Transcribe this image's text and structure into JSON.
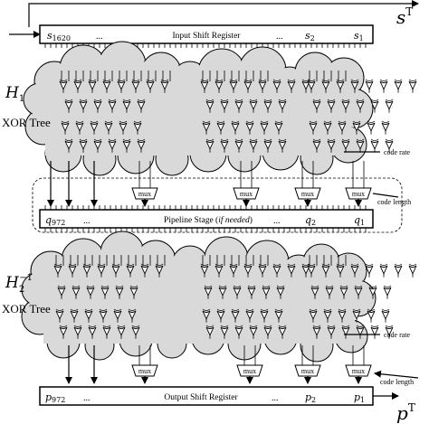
{
  "input_register": {
    "label": "Input Shift Register",
    "first_cell": "s",
    "first_index": "1620",
    "second_cell": "s",
    "second_index": "2",
    "last_cell": "s",
    "last_index": "1",
    "ellipsis": "..."
  },
  "output_top": {
    "base": "s",
    "sup": "T"
  },
  "block1": {
    "name": "H",
    "sub": "1",
    "tree_label": "XOR Tree",
    "code_rate": "code rate"
  },
  "pipeline": {
    "label_prefix": "Pipeline Stage (",
    "label_italic": "if needed",
    "label_suffix": ")",
    "first_cell": "q",
    "first_index": "972",
    "second_cell": "q",
    "second_index": "2",
    "last_cell": "q",
    "last_index": "1",
    "ellipsis": "...",
    "code_length": "code length",
    "mux_label": "mux"
  },
  "block2": {
    "name": "H",
    "sub": "2",
    "sup": "−1",
    "tree_label": "XOR Tree",
    "code_rate": "code rate"
  },
  "output_register": {
    "label": "Output Shift Register",
    "first_cell": "p",
    "first_index": "972",
    "second_cell": "p",
    "second_index": "2",
    "last_cell": "p",
    "last_index": "1",
    "ellipsis": "...",
    "code_length": "code length",
    "mux_label": "mux"
  },
  "output_bottom": {
    "base": "p",
    "sup": "T"
  },
  "colors": {
    "cloud_fill": "#d9d9d9",
    "stroke": "#000000"
  }
}
